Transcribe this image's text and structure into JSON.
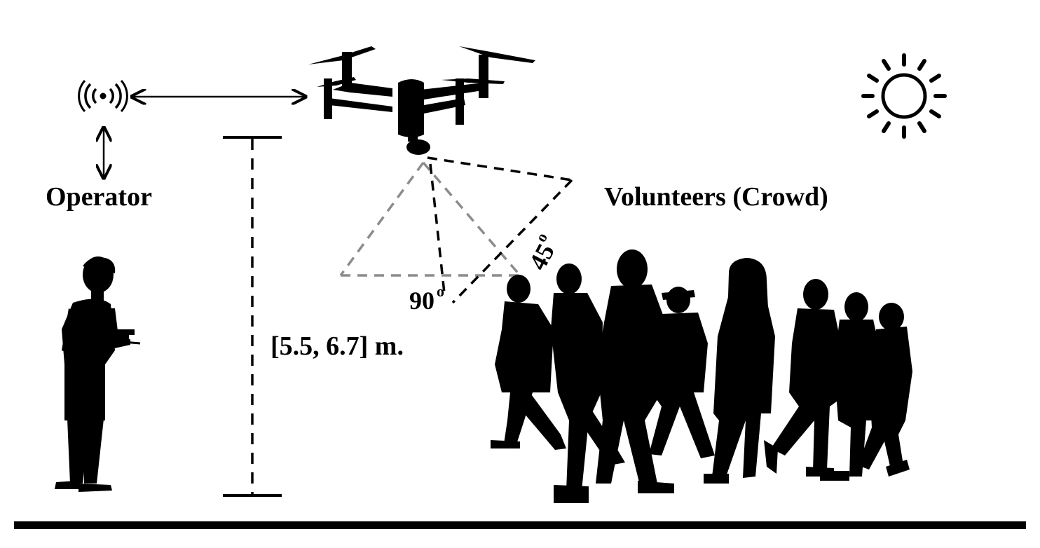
{
  "labels": {
    "operator": "Operator",
    "crowd": "Volunteers (Crowd)",
    "height": "[5.5, 6.7] m.",
    "angle_nadir": "90",
    "angle_oblique": "45",
    "degree_symbol": "o"
  },
  "icons": {
    "signal": "wireless-signal-icon",
    "sun": "sun-icon",
    "drone": "drone-icon",
    "person": "person-silhouette-icon"
  },
  "colors": {
    "ink": "#000000",
    "nadir_fov": "#8c8c8c",
    "oblique_fov": "#000000",
    "background": "#ffffff"
  }
}
